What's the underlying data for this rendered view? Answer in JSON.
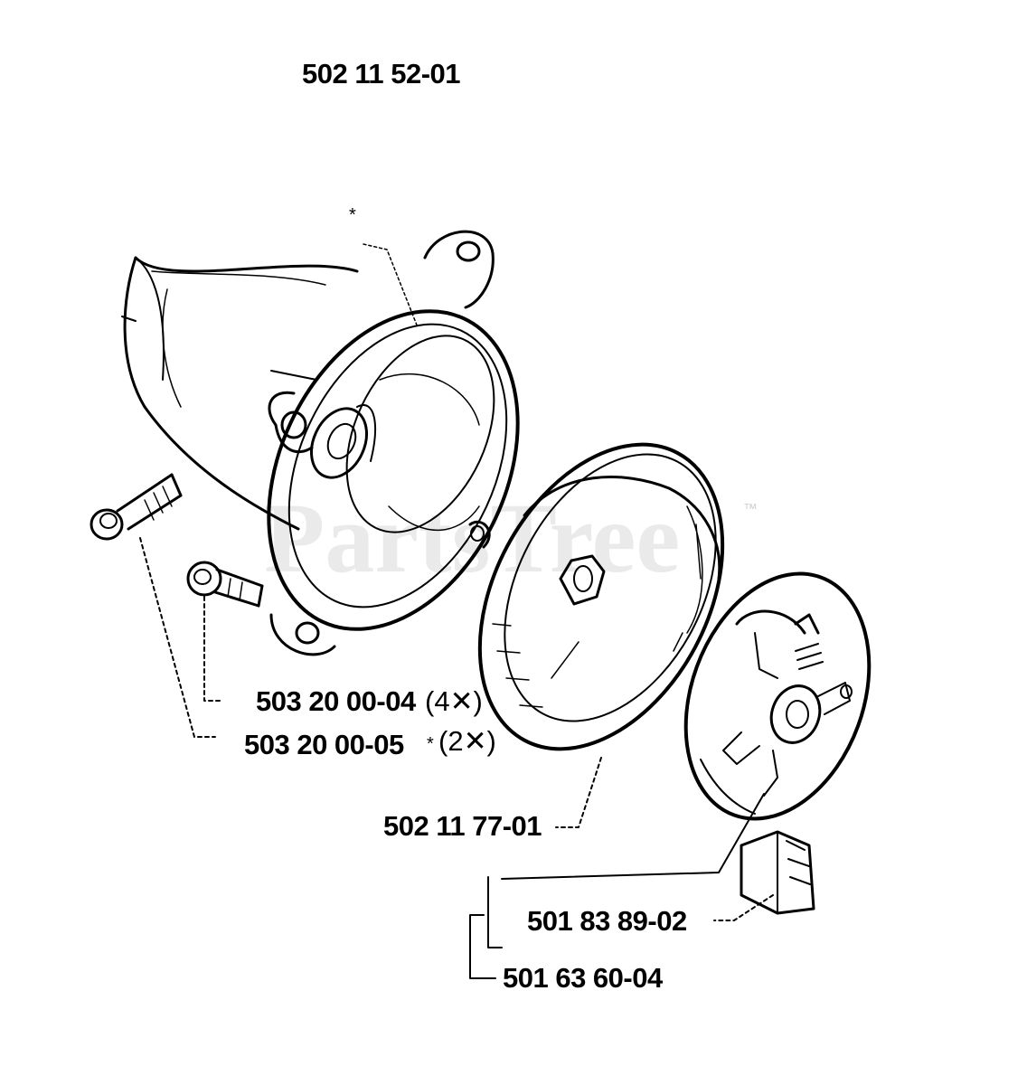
{
  "diagram": {
    "assembly_number": "502 11 52-01",
    "watermark": {
      "text": "PartsTree",
      "trademark": "™"
    },
    "parts": [
      {
        "part_number": "503 20 00-04",
        "quantity": "(4✕)"
      },
      {
        "part_number": "503 20 00-05",
        "marker": "*",
        "quantity": "(2✕)"
      },
      {
        "part_number": "502 11 77-01"
      },
      {
        "part_number": "501 83 89-02"
      },
      {
        "part_number": "501 63 60-04"
      }
    ],
    "callout_marker": "*"
  },
  "colors": {
    "ink": "#000000",
    "paper": "#ffffff",
    "watermark": "#d9d9d9"
  }
}
